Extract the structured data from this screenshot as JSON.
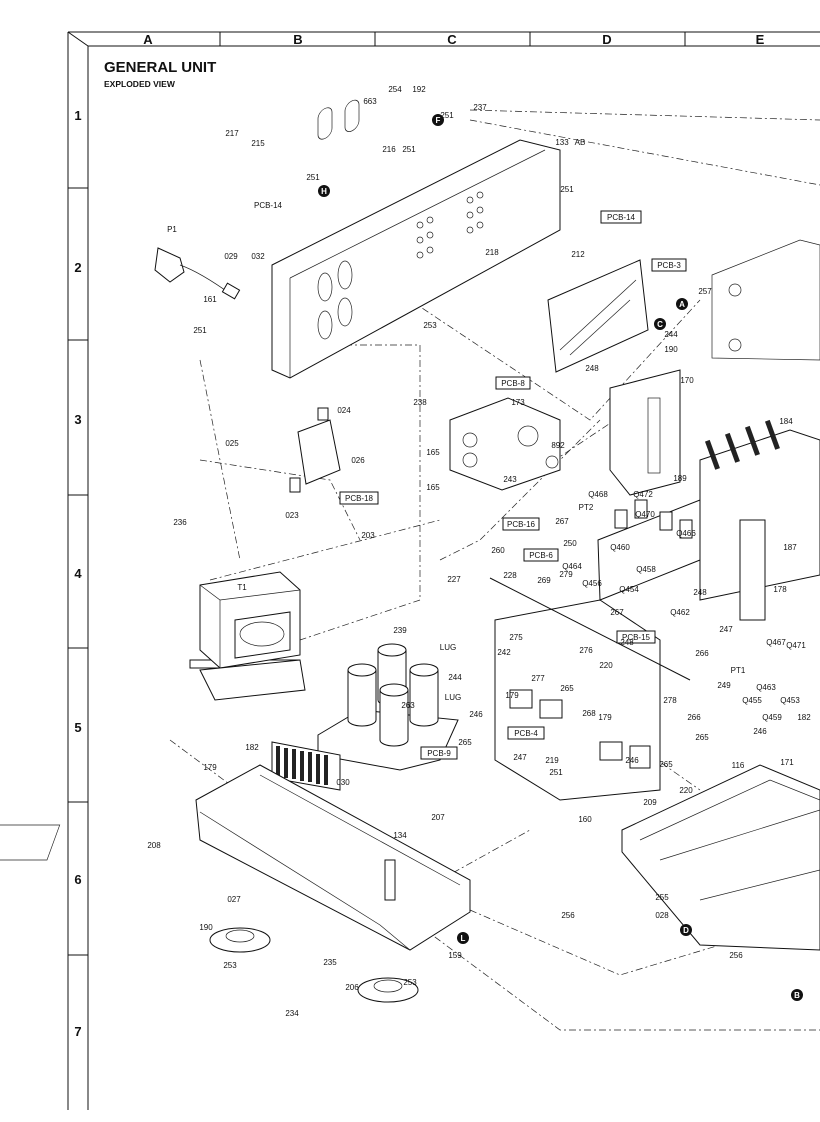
{
  "grid": {
    "columns": [
      "A",
      "B",
      "C",
      "D",
      "E"
    ],
    "rows": [
      "1",
      "2",
      "3",
      "4",
      "5",
      "6",
      "7"
    ]
  },
  "header": {
    "title": "GENERAL UNIT",
    "subtitle": "EXPLODED VIEW"
  },
  "pcb_labels": [
    "PCB-14",
    "PCB-3",
    "PCB-8",
    "PCB-18",
    "PCB-16",
    "PCB-6",
    "PCB-15",
    "PCB-9",
    "PCB-4"
  ],
  "markers": [
    "F",
    "H",
    "A",
    "C",
    "D",
    "L",
    "B"
  ],
  "part_numbers": [
    "663",
    "254",
    "192",
    "237",
    "251",
    "133",
    "AB",
    "217",
    "215",
    "216",
    "251",
    "251",
    "251",
    "PCB-14",
    "P1",
    "029",
    "032",
    "218",
    "212",
    "257",
    "244",
    "190",
    "161",
    "251",
    "253",
    "248",
    "170",
    "238",
    "173",
    "892",
    "024",
    "025",
    "026",
    "023",
    "165",
    "165",
    "243",
    "184",
    "189",
    "Q468",
    "Q472",
    "Q470",
    "Q466",
    "PT2",
    "267",
    "250",
    "Q460",
    "Q464",
    "Q456",
    "Q458",
    "Q454",
    "Q462",
    "236",
    "203",
    "260",
    "227",
    "228",
    "269",
    "279",
    "248",
    "267",
    "248",
    "187",
    "178",
    "T1",
    "239",
    "LUG",
    "244",
    "LUG",
    "263",
    "275",
    "242",
    "276",
    "220",
    "277",
    "265",
    "179",
    "246",
    "265",
    "247",
    "266",
    "PT1",
    "Q467",
    "Q471",
    "249",
    "Q463",
    "Q455",
    "Q459",
    "Q453",
    "182",
    "182",
    "030",
    "179",
    "268",
    "278",
    "266",
    "265",
    "246",
    "179",
    "219",
    "246",
    "265",
    "247",
    "251",
    "171",
    "208",
    "207",
    "134",
    "116",
    "220",
    "209",
    "160",
    "027",
    "190",
    "256",
    "255",
    "028",
    "253",
    "235",
    "159",
    "234",
    "206",
    "253",
    "256"
  ]
}
